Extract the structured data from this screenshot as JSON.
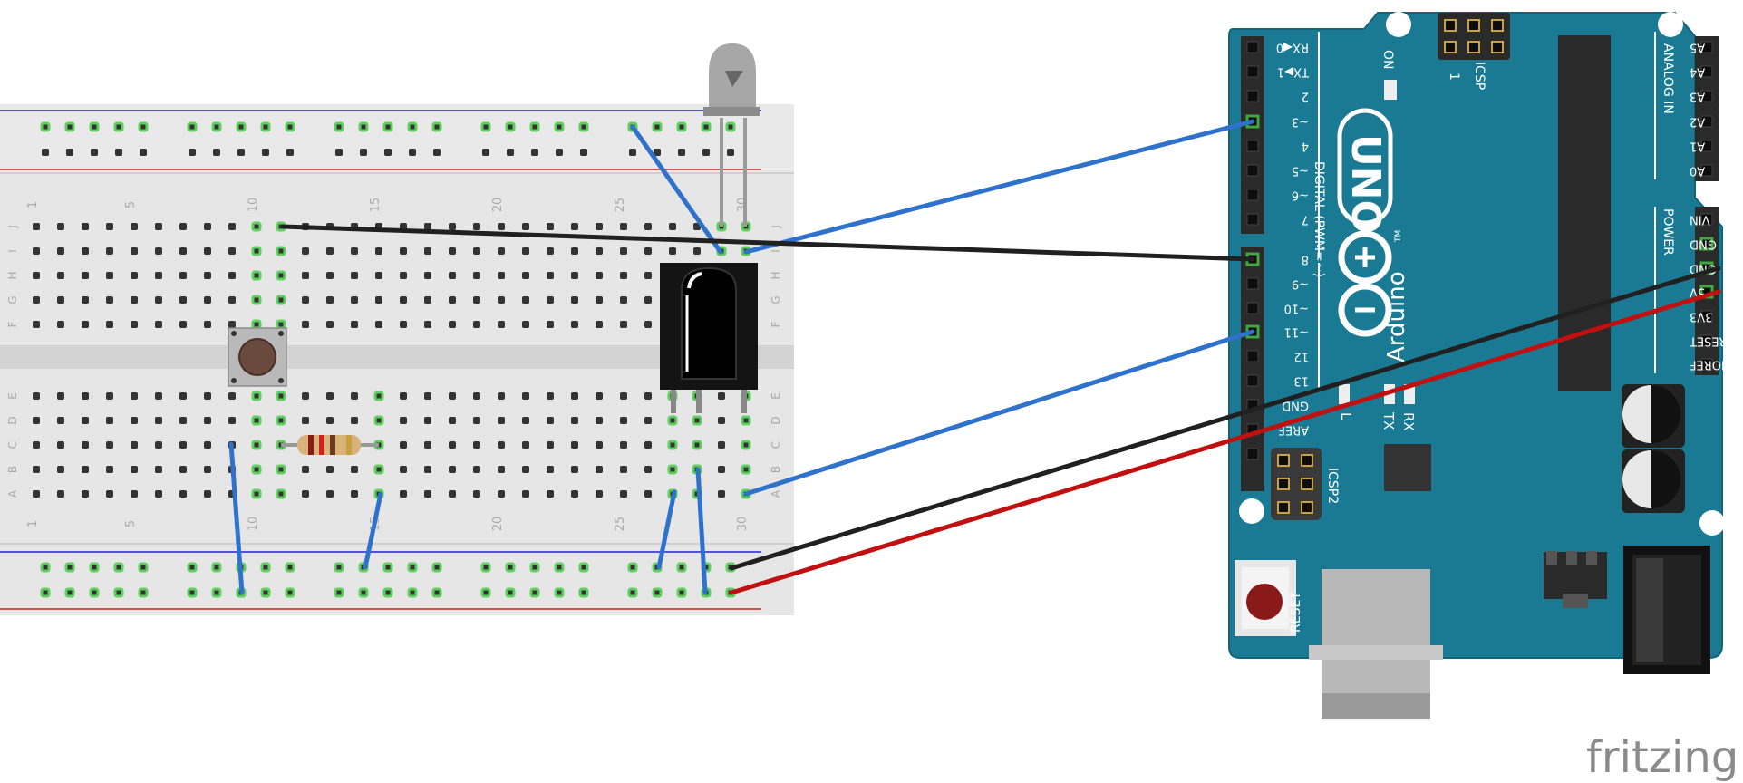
{
  "watermark": "fritzing",
  "breadboard": {
    "column_numbers": [
      "1",
      "5",
      "10",
      "15",
      "20",
      "25",
      "30"
    ],
    "row_letters_top": [
      "J",
      "I",
      "H",
      "G",
      "F"
    ],
    "row_letters_bottom": [
      "E",
      "D",
      "C",
      "B",
      "A"
    ]
  },
  "arduino": {
    "logo_text": "UNO",
    "brand": "Arduino",
    "trademark": "TM",
    "digital_header_label": "DIGITAL (PWM=~)",
    "analog_header_label": "ANALOG IN",
    "power_header_label": "POWER",
    "icsp_label": "ICSP",
    "icsp2_label": "ICSP2",
    "icsp_pin1": "1",
    "reset_label": "RESET",
    "on_label": "ON",
    "tx_label": "TX",
    "rx_label": "RX",
    "l_label": "L",
    "digital_pins_top": [
      "RX◀0",
      "TX▶1",
      "2",
      "~3",
      "4",
      "~5",
      "~6",
      "7"
    ],
    "digital_pins_bottom": [
      "8",
      "~9",
      "~10",
      "~11",
      "12",
      "13",
      "GND",
      "AREF"
    ],
    "analog_pins": [
      "A5",
      "A4",
      "A3",
      "A2",
      "A1",
      "A0"
    ],
    "power_pins": [
      "VIN",
      "GND",
      "GND",
      "5V",
      "3V3",
      "RESET",
      "IOREF"
    ]
  },
  "colors": {
    "board": "#1b7a93",
    "breadboard": "#e4e4e4",
    "wire_blue": "#2f72cc",
    "wire_black": "#202020",
    "wire_red": "#c01010",
    "hole_active": "#5fcf5f",
    "rail_blue": "#2222cc",
    "rail_red": "#cc2222"
  },
  "components": {
    "led": "led-icon",
    "ir_receiver": "ir-receiver-icon",
    "push_button": "push-button-icon",
    "resistor": "resistor-icon"
  }
}
